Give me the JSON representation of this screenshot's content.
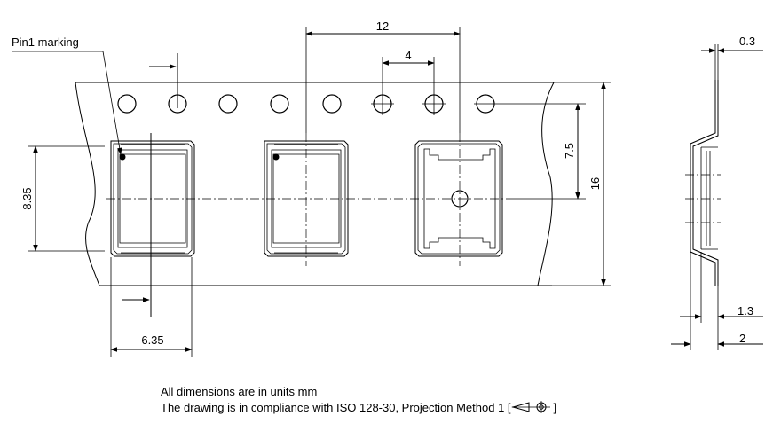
{
  "labels": {
    "pin1": "Pin1 marking",
    "pitch_pocket": "12",
    "pitch_hole": "4",
    "thickness": "0.3",
    "pocket_offset": "7.5",
    "tape_width": "16",
    "pocket_length": "8.35",
    "pocket_width": "6.35",
    "cover_depth": "1.3",
    "total_depth": "2"
  },
  "notes": {
    "units": "All dimensions are in units mm",
    "compliance": "The drawing is in compliance with ISO 128-30, Projection Method 1 [",
    "compliance_end": "]"
  },
  "icons": {
    "projection": "first-angle-projection-icon"
  },
  "colors": {
    "ink": "#000000",
    "paper": "#ffffff"
  }
}
